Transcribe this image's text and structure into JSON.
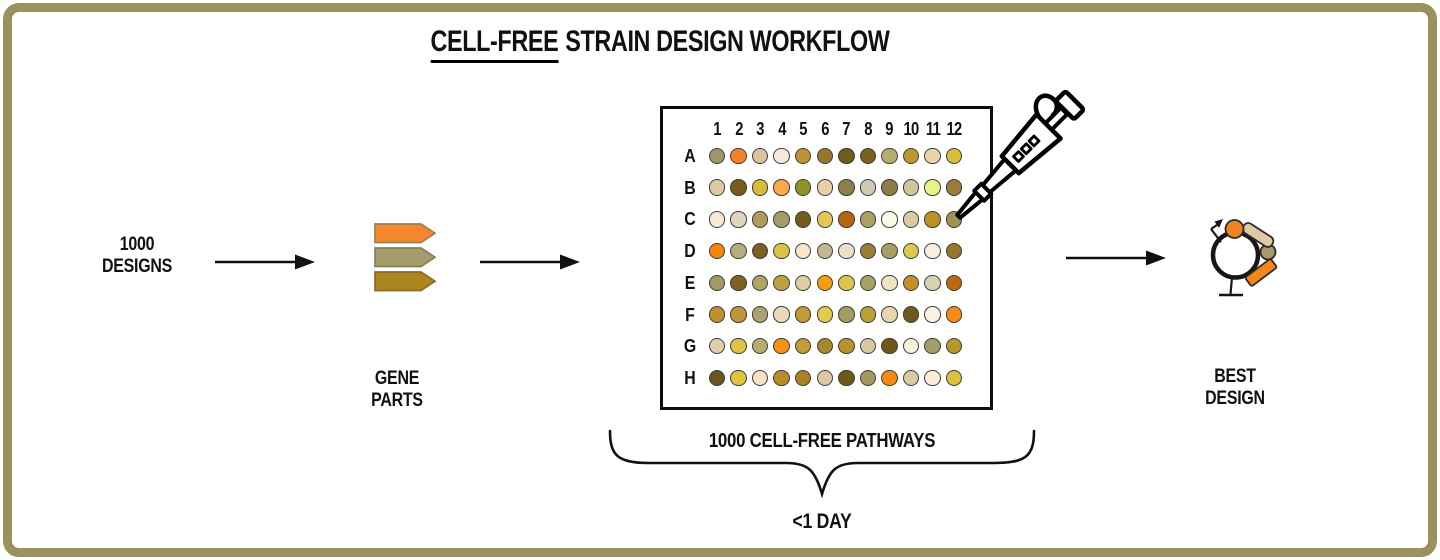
{
  "frame": {
    "border_color": "#9A915C"
  },
  "title": {
    "underlined": "CELL-FREE",
    "rest": "STRAIN DESIGN WORKFLOW"
  },
  "left_flow": {
    "designs_line1": "1000",
    "designs_line2": "DESIGNS",
    "gene_parts_line1": "GENE",
    "gene_parts_line2": "PARTS"
  },
  "gene_parts": {
    "colors": [
      "#F6862B",
      "#A49C6C",
      "#AD851F"
    ],
    "stroke": "#8F8057"
  },
  "plate": {
    "column_labels": [
      "1",
      "2",
      "3",
      "4",
      "5",
      "6",
      "7",
      "8",
      "9",
      "10",
      "11",
      "12"
    ],
    "row_labels": [
      "A",
      "B",
      "C",
      "D",
      "E",
      "F",
      "G",
      "H"
    ],
    "caption": "1000 CELL-FREE PATHWAYS",
    "duration": "<1 DAY",
    "wells": [
      [
        "#9E9768",
        "#F58229",
        "#D9C49C",
        "#F4ECD8",
        "#BD9335",
        "#97762A",
        "#6F5A20",
        "#77601F",
        "#B5AD72",
        "#BF9730",
        "#E8D3AC",
        "#D9BD3F"
      ],
      [
        "#DDCBA4",
        "#755C1D",
        "#D8BA3A",
        "#F9A948",
        "#909426",
        "#E6D1A6",
        "#8D7E4A",
        "#CFCAB0",
        "#8D7C43",
        "#D4C49A",
        "#E8F285",
        "#9C7C3D"
      ],
      [
        "#F9EAD6",
        "#DCD6BD",
        "#AF9C5D",
        "#A59D66",
        "#735A1D",
        "#E5C654",
        "#B3660B",
        "#A9A260",
        "#FAFBE2",
        "#DCC8A2",
        "#BD9025",
        "#A09253"
      ],
      [
        "#F6860D",
        "#B4AD80",
        "#7B6123",
        "#DDC246",
        "#F8E7CD",
        "#C4B795",
        "#ECE0C8",
        "#9A7E33",
        "#A79E60",
        "#DDC74C",
        "#FAEEE0",
        "#97752C"
      ],
      [
        "#A19A68",
        "#7D6220",
        "#B1A462",
        "#BDA23E",
        "#E0CDA6",
        "#F89D0C",
        "#DDC44E",
        "#A6A065",
        "#EEE3C3",
        "#C39128",
        "#D6D2B2",
        "#B96A10"
      ],
      [
        "#C08F2B",
        "#C19434",
        "#A9A471",
        "#ECD9B5",
        "#C59A30",
        "#E1CA4C",
        "#A29C5E",
        "#B8A233",
        "#E9D6AD",
        "#6E591D",
        "#FCF2E0",
        "#F68C16"
      ],
      [
        "#E0D0AA",
        "#DCC344",
        "#B7AB70",
        "#F79110",
        "#C59B34",
        "#A8872E",
        "#B7932C",
        "#D9C89F",
        "#6D5817",
        "#FAF1DA",
        "#A49E69",
        "#BA9530"
      ],
      [
        "#6A5520",
        "#DDC53E",
        "#FAE3C5",
        "#B98C2A",
        "#AB8225",
        "#DBC8A1",
        "#6B5915",
        "#A09A5E",
        "#F68A10",
        "#DBCAA6",
        "#FCECD9",
        "#D9C23E"
      ]
    ]
  },
  "result": {
    "line1": "BEST",
    "line2": "DESIGN"
  },
  "plasmid": {
    "ring_color": "#161616",
    "promoter_color": "#F08226",
    "part_tan": "#DDC9A2",
    "part_olive": "#A89A68",
    "part_orange": "#F6861A"
  }
}
